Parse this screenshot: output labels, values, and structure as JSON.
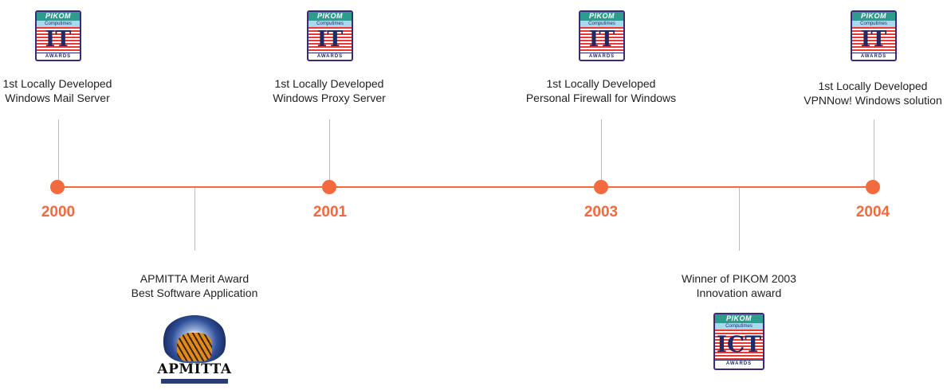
{
  "colors": {
    "accent": "#f26a3d",
    "connector": "#bdbdbd",
    "text": "#222222"
  },
  "milestones": [
    {
      "year": "2000",
      "above": {
        "lines": [
          "1st Locally Developed",
          "Windows Mail Server"
        ],
        "logo": {
          "icon": "pikom-it-awards-logo",
          "brand": "PIKOM",
          "sub": "Computimes",
          "letters": "IT",
          "foot": "AWARDS"
        }
      },
      "below": {
        "lines": [
          "APMITTA Merit Award",
          "Best Software Application"
        ],
        "logo": {
          "icon": "apmitta-tiger-logo",
          "text": "APMITTA"
        }
      }
    },
    {
      "year": "2001",
      "above": {
        "lines": [
          "1st Locally Developed",
          "Windows Proxy Server"
        ],
        "logo": {
          "icon": "pikom-it-awards-logo",
          "brand": "PIKOM",
          "sub": "Computimes",
          "letters": "IT",
          "foot": "AWARDS"
        }
      }
    },
    {
      "year": "2003",
      "above": {
        "lines": [
          "1st Locally Developed",
          "Personal Firewall for Windows"
        ],
        "logo": {
          "icon": "pikom-it-awards-logo",
          "brand": "PIKOM",
          "sub": "Computimes",
          "letters": "IT",
          "foot": "AWARDS"
        }
      },
      "below": {
        "lines": [
          "Winner of PIKOM 2003",
          "Innovation award"
        ],
        "logo": {
          "icon": "pikom-ict-awards-logo",
          "brand": "PIKOM",
          "sub": "Computimes",
          "letters": "ICT",
          "foot": "AWARDS"
        }
      }
    },
    {
      "year": "2004",
      "above": {
        "lines": [
          "1st Locally Developed",
          "VPNNow! Windows solution"
        ],
        "logo": {
          "icon": "pikom-it-awards-logo",
          "brand": "PIKOM",
          "sub": "Computimes",
          "letters": "IT",
          "foot": "AWARDS"
        }
      }
    }
  ]
}
